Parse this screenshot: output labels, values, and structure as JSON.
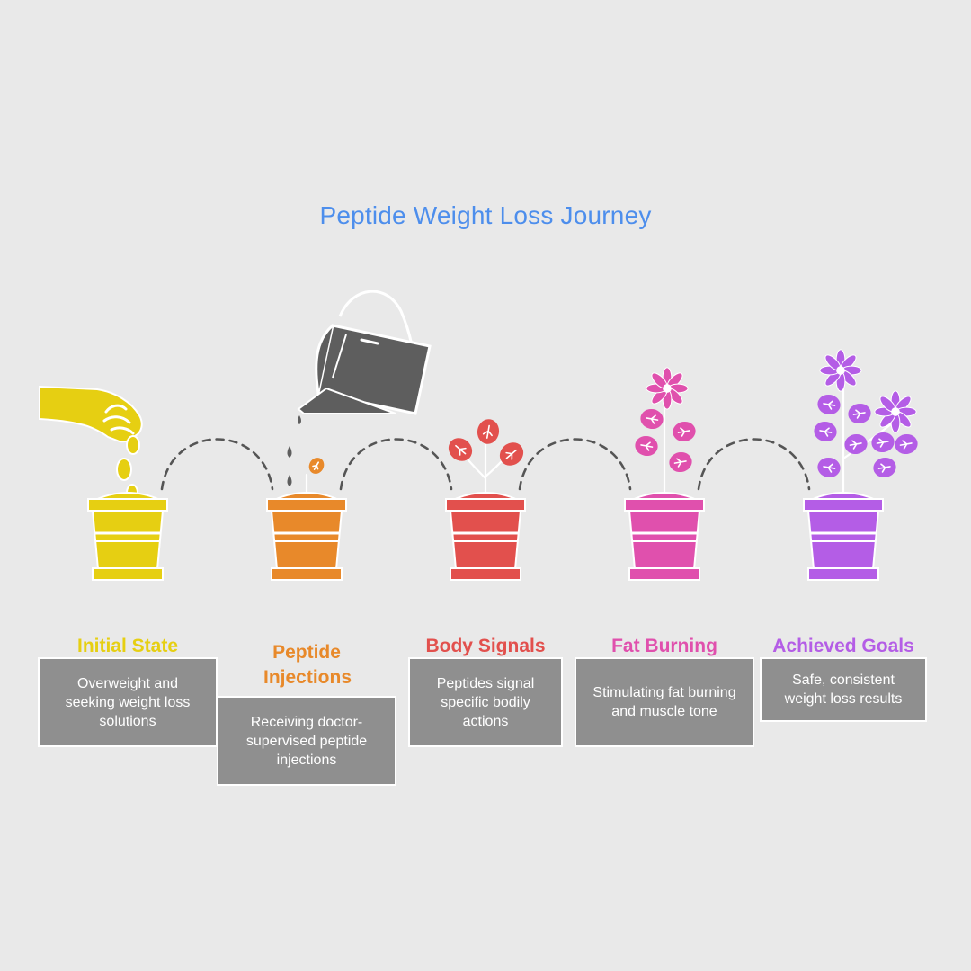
{
  "title": "Peptide Weight Loss Journey",
  "colors": {
    "title": "#4d8eec",
    "stage_1": "#e6cf12",
    "stage_2": "#e8892a",
    "stage_3": "#e2504d",
    "stage_4": "#e050ad",
    "stage_5": "#b45de6",
    "box_fill": "#8f8f8f",
    "watering_can": "#5e5e5e",
    "connector": "#555555"
  },
  "stages": [
    {
      "title": "Initial State",
      "description": "Overweight and seeking weight loss solutions",
      "icon": "hand-planting-seeds-pot-icon"
    },
    {
      "title": "Peptide Injections",
      "description": "Receiving doctor-supervised peptide injections",
      "icon": "watering-can-sprout-pot-icon"
    },
    {
      "title": "Body Signals",
      "description": "Peptides signal specific bodily actions",
      "icon": "young-plant-pot-icon"
    },
    {
      "title": "Fat Burning",
      "description": "Stimulating fat burning and muscle tone",
      "icon": "flowering-plant-pot-icon"
    },
    {
      "title": "Achieved Goals",
      "description": "Safe, consistent weight loss results",
      "icon": "full-bloom-plant-pot-icon"
    }
  ]
}
